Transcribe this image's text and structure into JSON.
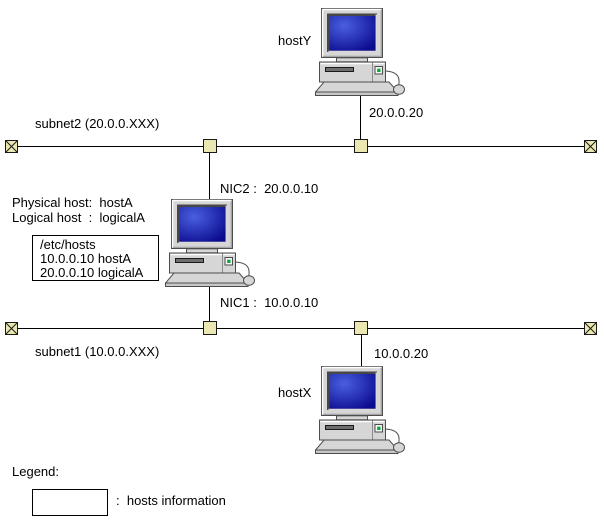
{
  "diagram": {
    "subnet2": {
      "label": "subnet2 (20.0.0.XXX)"
    },
    "subnet1": {
      "label": "subnet1 (10.0.0.XXX)"
    },
    "host_y": {
      "name": "hostY",
      "ip": "20.0.0.20"
    },
    "host_x": {
      "name": "hostX",
      "ip": "10.0.0.20"
    },
    "host_a": {
      "physical_host": "Physical host:  hostA",
      "logical_host": "Logical host  :  logicalA",
      "nic2": "NIC2 :  20.0.0.10",
      "nic1": "NIC1 :  10.0.0.10",
      "hosts_file": {
        "path": "/etc/hosts",
        "entries": [
          "10.0.0.10 hostA",
          "20.0.0.10 logicalA"
        ]
      }
    },
    "legend": {
      "title": "Legend:",
      "hosts_info": ":  hosts information"
    },
    "colors": {
      "node_fill": "#EBE7B0",
      "screen_dark": "#0B0B8F",
      "screen_light": "#4A5FE0",
      "body_gray": "#D6D6D6"
    }
  }
}
